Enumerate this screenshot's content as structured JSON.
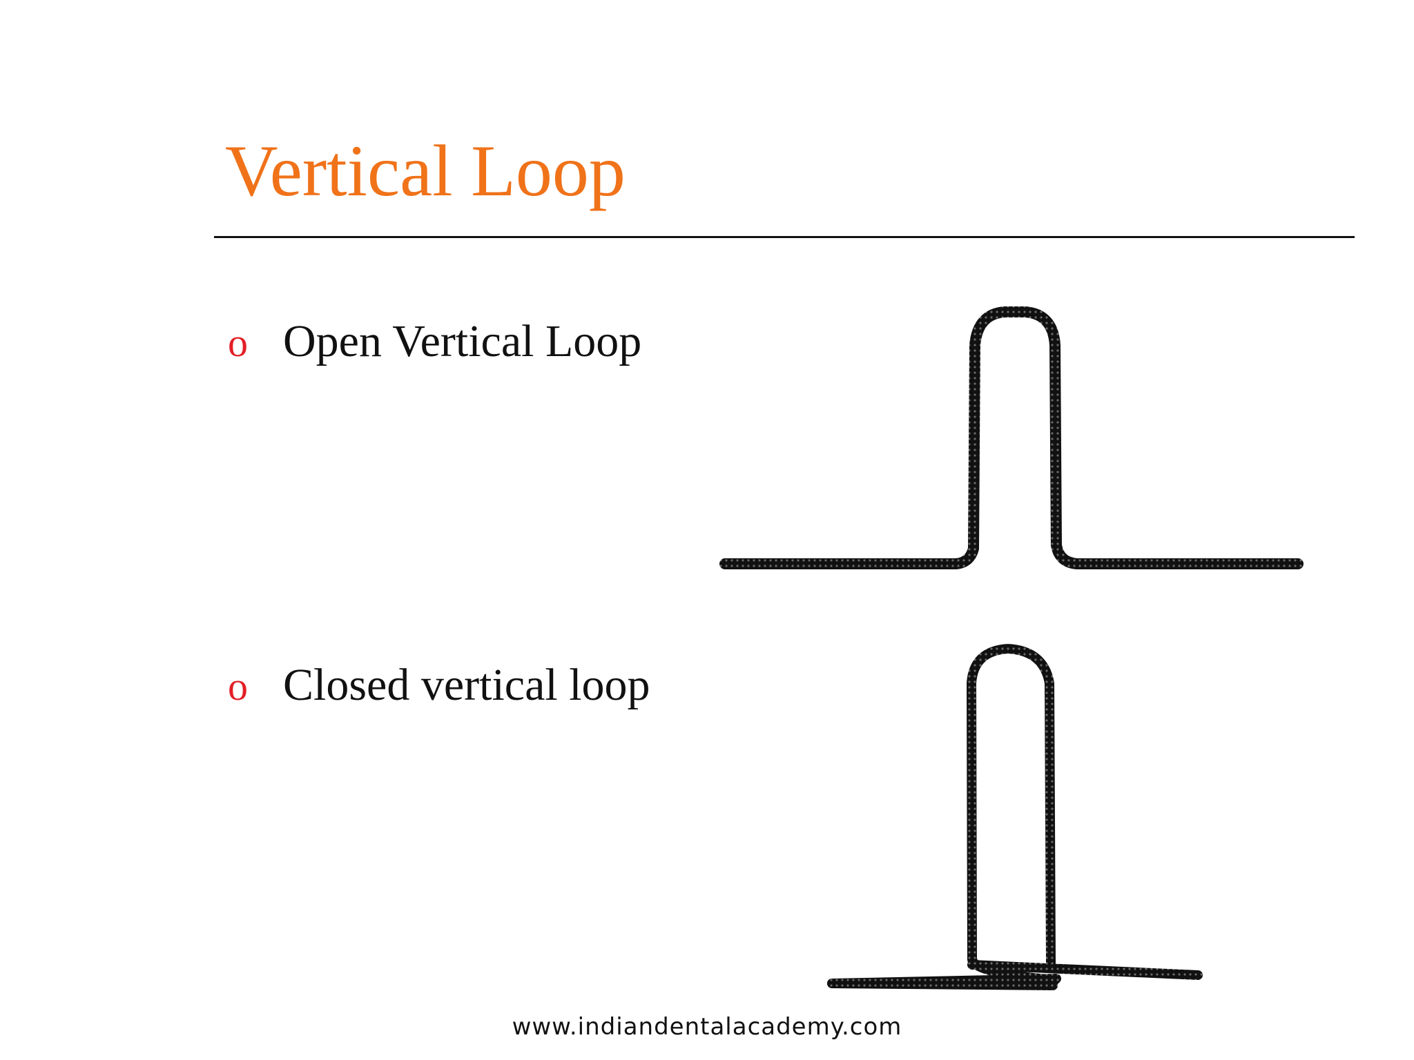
{
  "slide": {
    "title": "Vertical Loop",
    "bullets": [
      {
        "marker": "o",
        "text": "Open Vertical Loop"
      },
      {
        "marker": "o",
        "text": "Closed vertical loop"
      }
    ],
    "footer": "www.indiandentalacademy.com"
  },
  "colors": {
    "title": "#f07219",
    "bullet_marker": "#e31f26",
    "text": "#111111",
    "wire": "#111111"
  },
  "figures": [
    {
      "name": "open-vertical-loop-diagram"
    },
    {
      "name": "closed-vertical-loop-diagram"
    }
  ]
}
